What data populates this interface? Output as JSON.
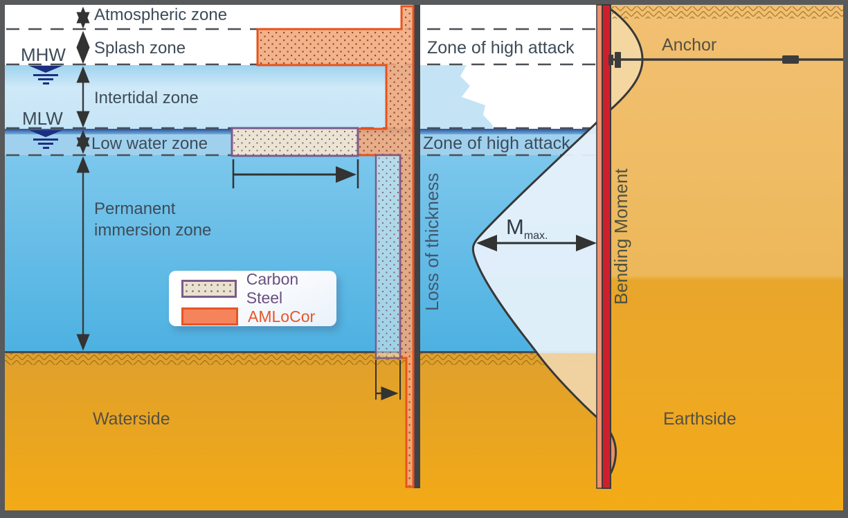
{
  "zones_panel": {
    "atmospheric": "Atmospheric zone",
    "splash": "Splash zone",
    "intertidal": "Intertidal zone",
    "low_water": "Low water zone",
    "permanent_line1": "Permanent",
    "permanent_line2": "immersion zone",
    "mhw": "MHW",
    "mlw": "MLW"
  },
  "attack": {
    "top": "Zone of high attack",
    "bottom": "Zone of high attack"
  },
  "axis_labels": {
    "loss_of_thickness": "Loss of thickness",
    "bending_moment": "Bending Moment"
  },
  "anchor": {
    "label": "Anchor"
  },
  "moment": {
    "symbol": "M",
    "subscript": "max."
  },
  "sides": {
    "waterside": "Waterside",
    "earthside": "Earthside"
  },
  "legend": {
    "items": [
      {
        "label": "Carbon Steel",
        "color": "#6a4f80"
      },
      {
        "label": "AMLoCor",
        "color": "#e85527"
      }
    ]
  },
  "colors": {
    "amlocor_orange": "#e8531d",
    "carbon_purple": "#7b5b8c",
    "pile_red": "#ce202c",
    "pile_gray": "#3f4247",
    "water_blue": "#5bb8e5",
    "earth_orange": "#eda62a",
    "water_mark_navy": "#1b2f80",
    "label_slate": "#3e4b58",
    "frame_gray": "#58595b"
  }
}
